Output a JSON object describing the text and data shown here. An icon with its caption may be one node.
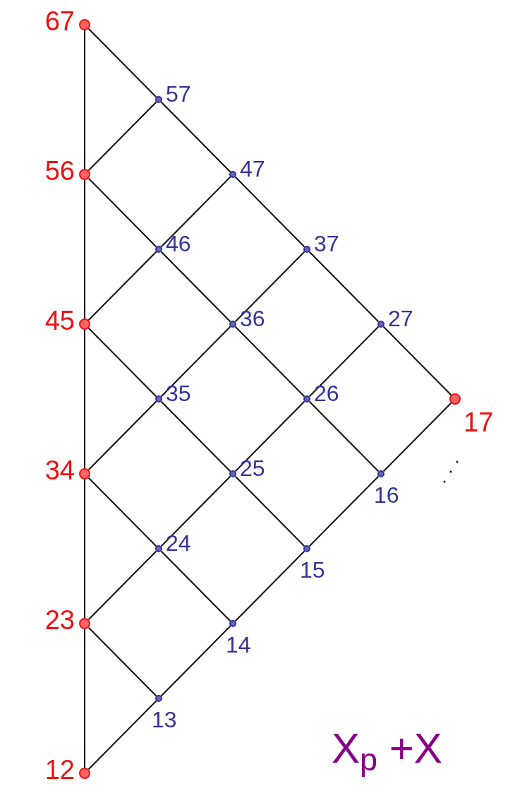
{
  "diagram": {
    "nodes": [
      {
        "text": [],
        "shape": "circle",
        "beside": [
          "67"
        ]
      },
      {
        "text": [],
        "shape": "circle",
        "beside": [
          "57"
        ]
      },
      {
        "text": [],
        "shape": "circle",
        "beside": [
          "56"
        ]
      },
      {
        "text": [],
        "shape": "circle",
        "beside": [
          "47"
        ]
      },
      {
        "text": [],
        "shape": "circle",
        "beside": [
          "46"
        ]
      },
      {
        "text": [],
        "shape": "circle",
        "beside": [
          "37"
        ]
      },
      {
        "text": [],
        "shape": "circle",
        "beside": [
          "45"
        ]
      },
      {
        "text": [],
        "shape": "circle",
        "beside": [
          "36"
        ]
      },
      {
        "text": [],
        "shape": "circle",
        "beside": [
          "27"
        ]
      },
      {
        "text": [],
        "shape": "circle",
        "beside": [
          "35"
        ]
      },
      {
        "text": [],
        "shape": "circle",
        "beside": [
          "26"
        ]
      },
      {
        "text": [],
        "shape": "circle",
        "beside": [
          "17"
        ]
      },
      {
        "text": [],
        "shape": "circle",
        "beside": [
          "34"
        ]
      },
      {
        "text": [],
        "shape": "circle",
        "beside": [
          "25"
        ]
      },
      {
        "text": [],
        "shape": "circle",
        "beside": [
          "16"
        ]
      },
      {
        "text": [],
        "shape": "circle",
        "beside": [
          "24"
        ]
      },
      {
        "text": [],
        "shape": "circle",
        "beside": [
          "15"
        ]
      },
      {
        "text": [],
        "shape": "circle",
        "beside": [
          "23"
        ]
      },
      {
        "text": [],
        "shape": "circle",
        "beside": [
          "14"
        ]
      },
      {
        "text": [],
        "shape": "circle",
        "beside": [
          "13"
        ]
      },
      {
        "text": [],
        "shape": "circle",
        "beside": [
          "12"
        ]
      }
    ],
    "edges": [
      {
        "from": 0,
        "to": 2,
        "arrow": "none"
      },
      {
        "from": 2,
        "to": 6,
        "arrow": "none"
      },
      {
        "from": 6,
        "to": 12,
        "arrow": "none"
      },
      {
        "from": 12,
        "to": 17,
        "arrow": "none"
      },
      {
        "from": 17,
        "to": 20,
        "arrow": "none"
      },
      {
        "from": 0,
        "to": 1,
        "arrow": "none"
      },
      {
        "from": 1,
        "to": 3,
        "arrow": "none"
      },
      {
        "from": 3,
        "to": 5,
        "arrow": "none"
      },
      {
        "from": 5,
        "to": 8,
        "arrow": "none"
      },
      {
        "from": 8,
        "to": 11,
        "arrow": "none"
      },
      {
        "from": 2,
        "to": 4,
        "arrow": "none"
      },
      {
        "from": 4,
        "to": 7,
        "arrow": "none"
      },
      {
        "from": 7,
        "to": 10,
        "arrow": "none"
      },
      {
        "from": 10,
        "to": 14,
        "arrow": "none"
      },
      {
        "from": 6,
        "to": 9,
        "arrow": "none"
      },
      {
        "from": 9,
        "to": 13,
        "arrow": "none"
      },
      {
        "from": 13,
        "to": 16,
        "arrow": "none"
      },
      {
        "from": 12,
        "to": 15,
        "arrow": "none"
      },
      {
        "from": 15,
        "to": 18,
        "arrow": "none"
      },
      {
        "from": 17,
        "to": 19,
        "arrow": "none"
      },
      {
        "from": 2,
        "to": 1,
        "arrow": "none"
      },
      {
        "from": 6,
        "to": 4,
        "arrow": "none"
      },
      {
        "from": 4,
        "to": 3,
        "arrow": "none"
      },
      {
        "from": 12,
        "to": 9,
        "arrow": "none"
      },
      {
        "from": 9,
        "to": 7,
        "arrow": "none"
      },
      {
        "from": 7,
        "to": 5,
        "arrow": "none"
      },
      {
        "from": 17,
        "to": 15,
        "arrow": "none"
      },
      {
        "from": 15,
        "to": 13,
        "arrow": "none"
      },
      {
        "from": 13,
        "to": 10,
        "arrow": "none"
      },
      {
        "from": 10,
        "to": 8,
        "arrow": "none"
      },
      {
        "from": 20,
        "to": 19,
        "arrow": "none"
      },
      {
        "from": 19,
        "to": 18,
        "arrow": "none"
      },
      {
        "from": 18,
        "to": 16,
        "arrow": "none"
      },
      {
        "from": 16,
        "to": 14,
        "arrow": "none"
      },
      {
        "from": 14,
        "to": 11,
        "arrow": "none"
      }
    ],
    "labels": [
      "X$_{p}$ +X"
    ]
  }
}
